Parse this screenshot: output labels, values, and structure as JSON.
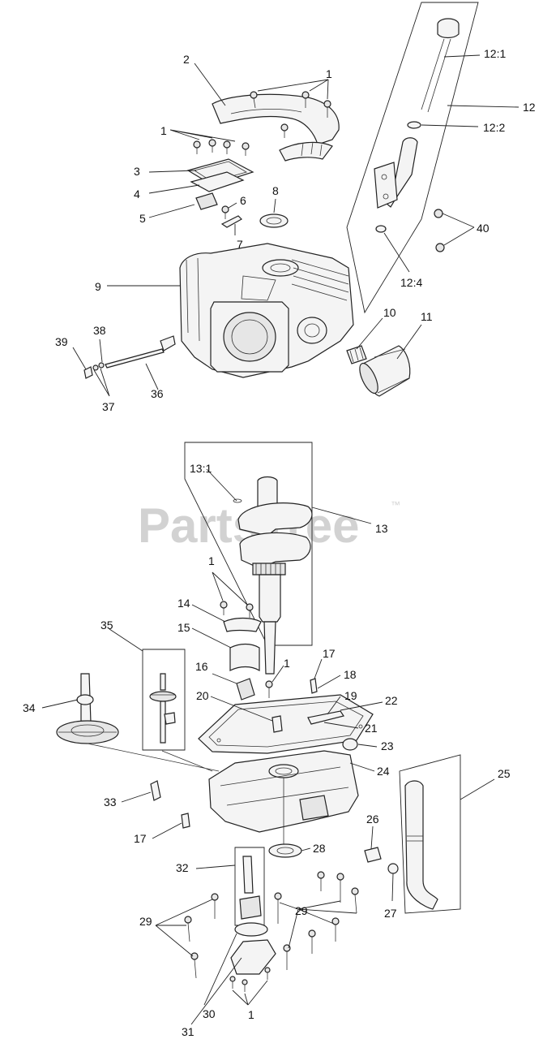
{
  "watermark": {
    "text": "PartsTree",
    "tm": "™"
  },
  "callouts": [
    {
      "id": "c-2",
      "text": "2"
    },
    {
      "id": "c-1-top",
      "text": "1"
    },
    {
      "id": "c-1-left",
      "text": "1"
    },
    {
      "id": "c-3",
      "text": "3"
    },
    {
      "id": "c-4",
      "text": "4"
    },
    {
      "id": "c-5",
      "text": "5"
    },
    {
      "id": "c-6",
      "text": "6"
    },
    {
      "id": "c-7",
      "text": "7"
    },
    {
      "id": "c-8",
      "text": "8"
    },
    {
      "id": "c-9",
      "text": "9"
    },
    {
      "id": "c-10",
      "text": "10"
    },
    {
      "id": "c-11",
      "text": "11"
    },
    {
      "id": "c-12-1",
      "text": "12:1"
    },
    {
      "id": "c-12",
      "text": "12"
    },
    {
      "id": "c-12-2",
      "text": "12:2"
    },
    {
      "id": "c-40",
      "text": "40"
    },
    {
      "id": "c-12-4",
      "text": "12:4"
    },
    {
      "id": "c-38",
      "text": "38"
    },
    {
      "id": "c-39",
      "text": "39"
    },
    {
      "id": "c-37",
      "text": "37"
    },
    {
      "id": "c-36",
      "text": "36"
    },
    {
      "id": "c-13-1",
      "text": "13:1"
    },
    {
      "id": "c-13",
      "text": "13"
    },
    {
      "id": "c-1-crank",
      "text": "1"
    },
    {
      "id": "c-14",
      "text": "14"
    },
    {
      "id": "c-35",
      "text": "35"
    },
    {
      "id": "c-15",
      "text": "15"
    },
    {
      "id": "c-16",
      "text": "16"
    },
    {
      "id": "c-1-mid",
      "text": "1"
    },
    {
      "id": "c-17-top",
      "text": "17"
    },
    {
      "id": "c-18",
      "text": "18"
    },
    {
      "id": "c-20",
      "text": "20"
    },
    {
      "id": "c-19",
      "text": "19"
    },
    {
      "id": "c-22",
      "text": "22"
    },
    {
      "id": "c-21",
      "text": "21"
    },
    {
      "id": "c-34",
      "text": "34"
    },
    {
      "id": "c-23",
      "text": "23"
    },
    {
      "id": "c-24",
      "text": "24"
    },
    {
      "id": "c-25",
      "text": "25"
    },
    {
      "id": "c-33",
      "text": "33"
    },
    {
      "id": "c-17-bot",
      "text": "17"
    },
    {
      "id": "c-26",
      "text": "26"
    },
    {
      "id": "c-28",
      "text": "28"
    },
    {
      "id": "c-32",
      "text": "32"
    },
    {
      "id": "c-27",
      "text": "27"
    },
    {
      "id": "c-29-left",
      "text": "29"
    },
    {
      "id": "c-29-right",
      "text": "29"
    },
    {
      "id": "c-30",
      "text": "30"
    },
    {
      "id": "c-1-bot",
      "text": "1"
    },
    {
      "id": "c-31",
      "text": "31"
    }
  ]
}
